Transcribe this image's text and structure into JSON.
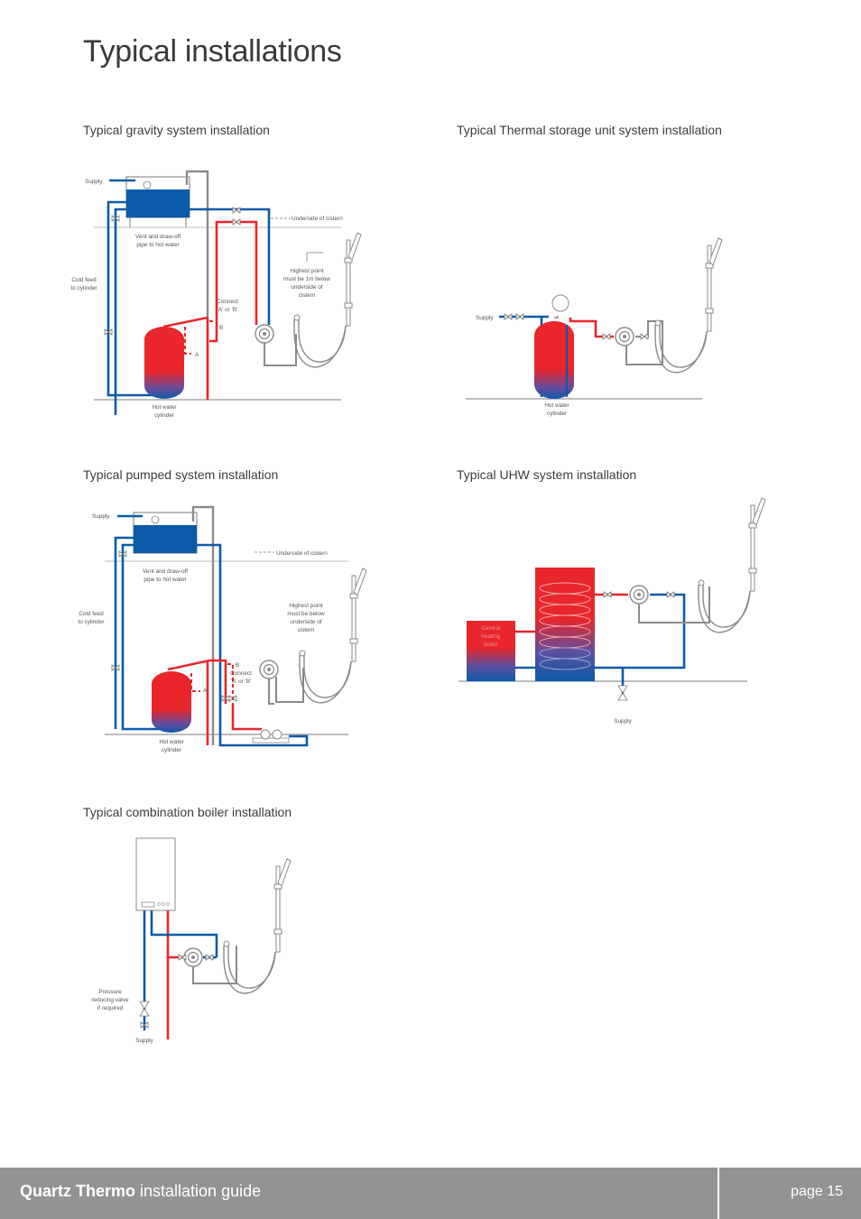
{
  "page": {
    "title": "Typical installations"
  },
  "sections": {
    "gravity": {
      "title": "Typical gravity system installation",
      "labels": {
        "supply": "Supply",
        "underside": "Underside of cistern",
        "vent1": "Vent and draw-off",
        "vent2": "pipe to hot water",
        "cold1": "Cold feed",
        "cold2": "to cylinder",
        "high1": "Highest point",
        "high2": "must be 1m below",
        "high3": "underside of",
        "high4": "cistern",
        "conn1": "Connect",
        "conn2": "'A' or 'B'",
        "b": "B",
        "a": "A",
        "cyl1": "Hot water",
        "cyl2": "cylinder"
      }
    },
    "thermal": {
      "title": "Typical Thermal storage unit  system installation",
      "labels": {
        "supply": "Supply",
        "cyl1": "Hot water",
        "cyl2": "cylinder"
      }
    },
    "pumped": {
      "title": "Typical pumped system installation",
      "labels": {
        "supply": "Supply",
        "underside": "Underside of cistern",
        "vent1": "Vent and draw-off",
        "vent2": "pipe to hot water",
        "cold1": "Cold feed",
        "cold2": "to cylinder",
        "high1": "Highest point",
        "high2": "must be below",
        "high3": "underside of",
        "high4": "cistern",
        "conn1": "Connect",
        "conn2": "'A' or 'B'",
        "b": "B",
        "a": "A",
        "cyl1": "Hot water",
        "cyl2": "cylinder"
      }
    },
    "uhw": {
      "title": "Typical UHW system installation",
      "labels": {
        "boiler1": "Central",
        "boiler2": "heating",
        "boiler3": "boiler",
        "supply": "Supply"
      }
    },
    "combi": {
      "title": "Typical combination boiler installation",
      "labels": {
        "prv1": "Pressure",
        "prv2": "reducing valve",
        "prv3": "if required",
        "supply": "Supply"
      }
    }
  },
  "footer": {
    "brand_bold": "Quartz Thermo",
    "brand_rest": " installation guide",
    "page": "page 15"
  },
  "colors": {
    "hot": "#e8262b",
    "cold": "#0a5aa8",
    "grey_pipe": "#8a8a8a",
    "footer": "#939393"
  }
}
